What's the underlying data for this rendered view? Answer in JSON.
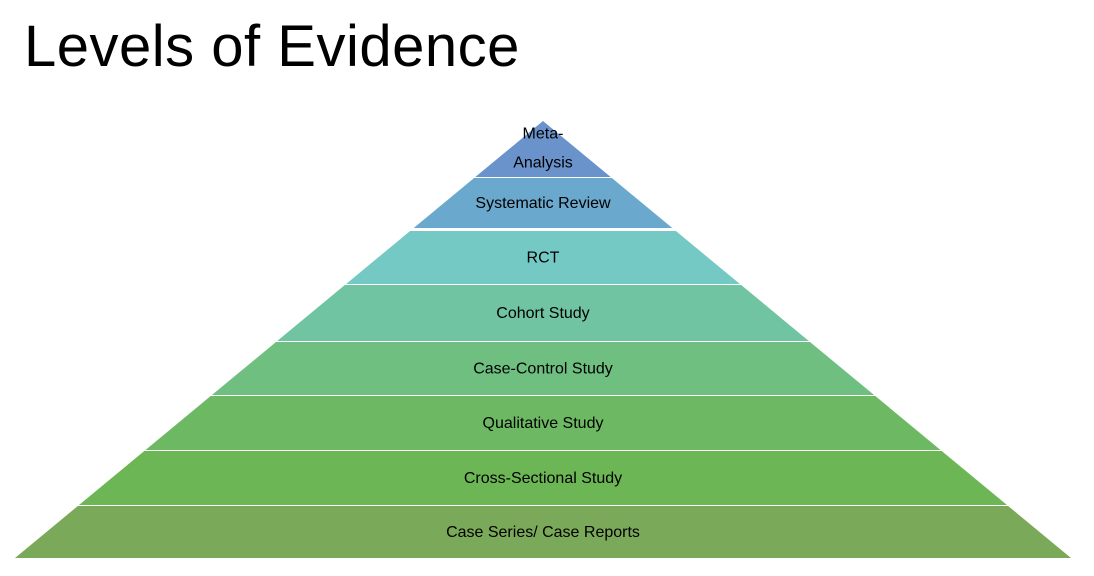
{
  "slide": {
    "title": "Levels of Evidence"
  },
  "pyramid": {
    "tiers": [
      {
        "label_lines": [
          "Meta-",
          "Analysis"
        ],
        "color": "#6a93cb"
      },
      {
        "label_lines": [
          "Systematic Review"
        ],
        "color": "#6aa9cd"
      },
      {
        "label_lines": [
          "RCT"
        ],
        "color": "#75c9c4"
      },
      {
        "label_lines": [
          "Cohort Study"
        ],
        "color": "#70c4a1"
      },
      {
        "label_lines": [
          "Case-Control Study"
        ],
        "color": "#6fbf81"
      },
      {
        "label_lines": [
          "Qualitative Study"
        ],
        "color": "#6db963"
      },
      {
        "label_lines": [
          "Cross-Sectional Study"
        ],
        "color": "#6db655"
      },
      {
        "label_lines": [
          "Case Series/ Case Reports"
        ],
        "color": "#7ba95a"
      }
    ]
  }
}
